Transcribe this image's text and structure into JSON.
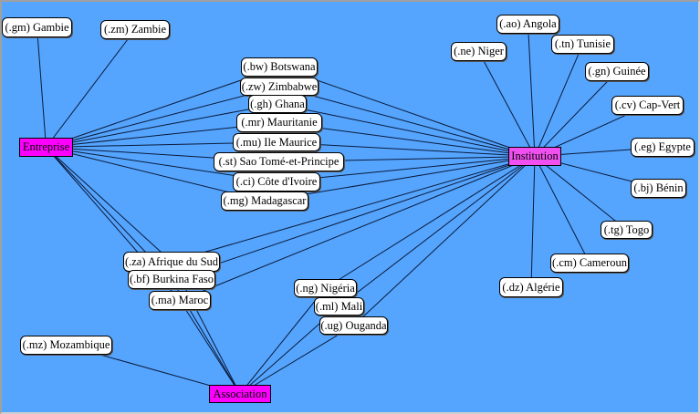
{
  "hubs": [
    {
      "id": "entreprise",
      "label": "Entreprise",
      "color": "#ff00ff"
    },
    {
      "id": "institution",
      "label": "Institution",
      "color": "#f050f0"
    },
    {
      "id": "association",
      "label": "Association",
      "color": "#ff00ff"
    }
  ],
  "countries": [
    {
      "id": "gm",
      "label": "(.gm) Gambie",
      "links": [
        "entreprise"
      ]
    },
    {
      "id": "zm",
      "label": "(.zm) Zambie",
      "links": [
        "entreprise"
      ]
    },
    {
      "id": "bw",
      "label": "(.bw) Botswana",
      "links": [
        "entreprise",
        "institution"
      ]
    },
    {
      "id": "zw",
      "label": "(.zw) Zimbabwe",
      "links": [
        "entreprise",
        "institution"
      ]
    },
    {
      "id": "gh",
      "label": "(.gh) Ghana",
      "links": [
        "entreprise",
        "institution"
      ]
    },
    {
      "id": "mr",
      "label": "(.mr) Mauritanie",
      "links": [
        "entreprise",
        "institution"
      ]
    },
    {
      "id": "mu",
      "label": "(.mu) Ile Maurice",
      "links": [
        "entreprise",
        "institution"
      ]
    },
    {
      "id": "st",
      "label": "(.st) Sao Tomé-et-Principe",
      "links": [
        "entreprise",
        "institution"
      ]
    },
    {
      "id": "ci",
      "label": "(.ci) Côte d'Ivoire",
      "links": [
        "entreprise",
        "institution"
      ]
    },
    {
      "id": "mg",
      "label": "(.mg) Madagascar",
      "links": [
        "entreprise",
        "institution"
      ]
    },
    {
      "id": "ao",
      "label": "(.ao) Angola",
      "links": [
        "institution"
      ]
    },
    {
      "id": "ne",
      "label": "(.ne) Niger",
      "links": [
        "institution"
      ]
    },
    {
      "id": "tn",
      "label": "(.tn) Tunisie",
      "links": [
        "institution"
      ]
    },
    {
      "id": "gn",
      "label": "(.gn) Guinée",
      "links": [
        "institution"
      ]
    },
    {
      "id": "cv",
      "label": "(.cv) Cap-Vert",
      "links": [
        "institution"
      ]
    },
    {
      "id": "eg",
      "label": "(.eg) Egypte",
      "links": [
        "institution"
      ]
    },
    {
      "id": "bj",
      "label": "(.bj) Bénin",
      "links": [
        "institution"
      ]
    },
    {
      "id": "tg",
      "label": "(.tg) Togo",
      "links": [
        "institution"
      ]
    },
    {
      "id": "cm",
      "label": "(.cm) Cameroun",
      "links": [
        "institution"
      ]
    },
    {
      "id": "dz",
      "label": "(.dz) Algérie",
      "links": [
        "institution"
      ]
    },
    {
      "id": "za",
      "label": "(.za) Afrique du Sud",
      "links": [
        "entreprise",
        "institution",
        "association"
      ]
    },
    {
      "id": "bf",
      "label": "(.bf) Burkina Faso",
      "links": [
        "entreprise",
        "institution",
        "association"
      ]
    },
    {
      "id": "ma",
      "label": "(.ma) Maroc",
      "links": [
        "entreprise",
        "institution",
        "association"
      ]
    },
    {
      "id": "ng",
      "label": "(.ng) Nigéria",
      "links": [
        "institution",
        "association"
      ]
    },
    {
      "id": "ml",
      "label": "(.ml) Mali",
      "links": [
        "institution",
        "association"
      ]
    },
    {
      "id": "ug",
      "label": "(.ug) Ouganda",
      "links": [
        "institution",
        "association"
      ]
    },
    {
      "id": "mz",
      "label": "(.mz) Mozambique",
      "links": [
        "association"
      ]
    }
  ]
}
